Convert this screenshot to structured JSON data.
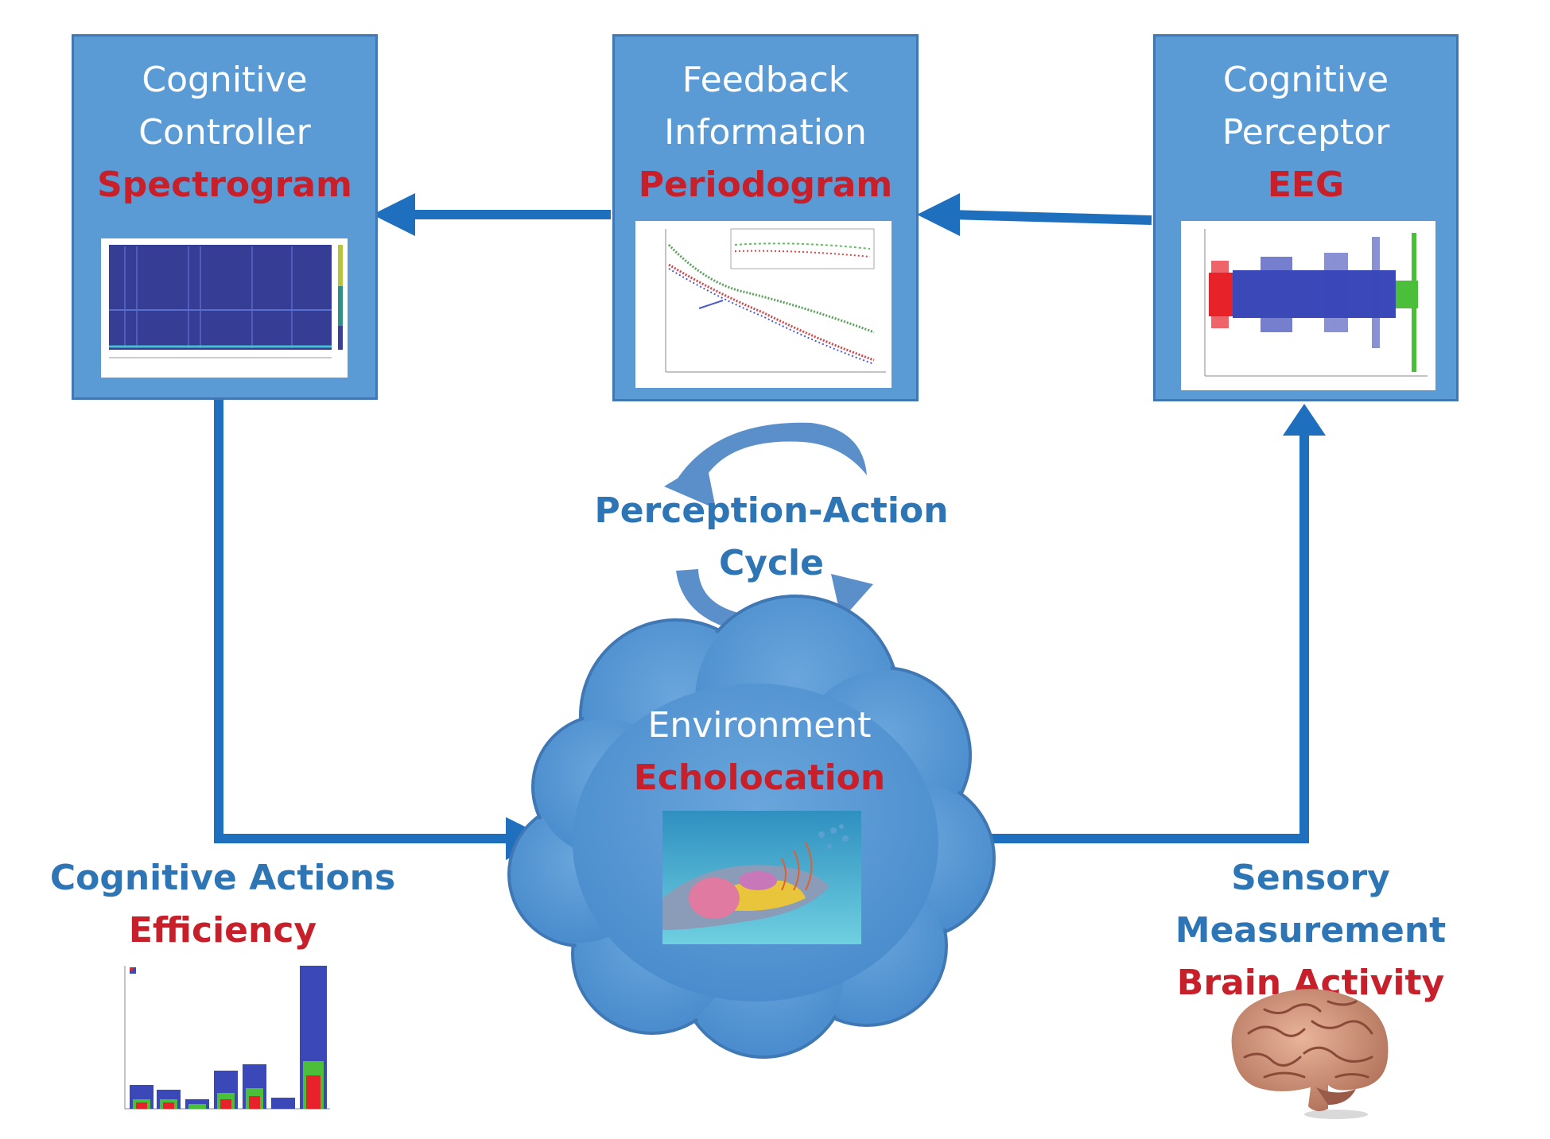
{
  "boxes": {
    "controller": {
      "line1": "Cognitive",
      "line2": "Controller",
      "red": "Spectrogram"
    },
    "feedback": {
      "line1": "Feedback",
      "line2": "Information",
      "red": "Periodogram"
    },
    "perceptor": {
      "line1": "Cognitive",
      "line2": "Perceptor",
      "red": "EEG"
    }
  },
  "cycle": {
    "line1": "Perception-Action",
    "line2": "Cycle"
  },
  "environment": {
    "line1": "Environment",
    "red": "Echolocation"
  },
  "actions": {
    "blue": "Cognitive Actions",
    "red": "Efficiency"
  },
  "sensory": {
    "blue": "Sensory Measurement",
    "red": "Brain Activity"
  },
  "colors": {
    "box_fill": "#5b9bd5",
    "arrow": "#1f6fbf",
    "label_blue": "#2e75b6",
    "label_red": "#c8202a"
  }
}
